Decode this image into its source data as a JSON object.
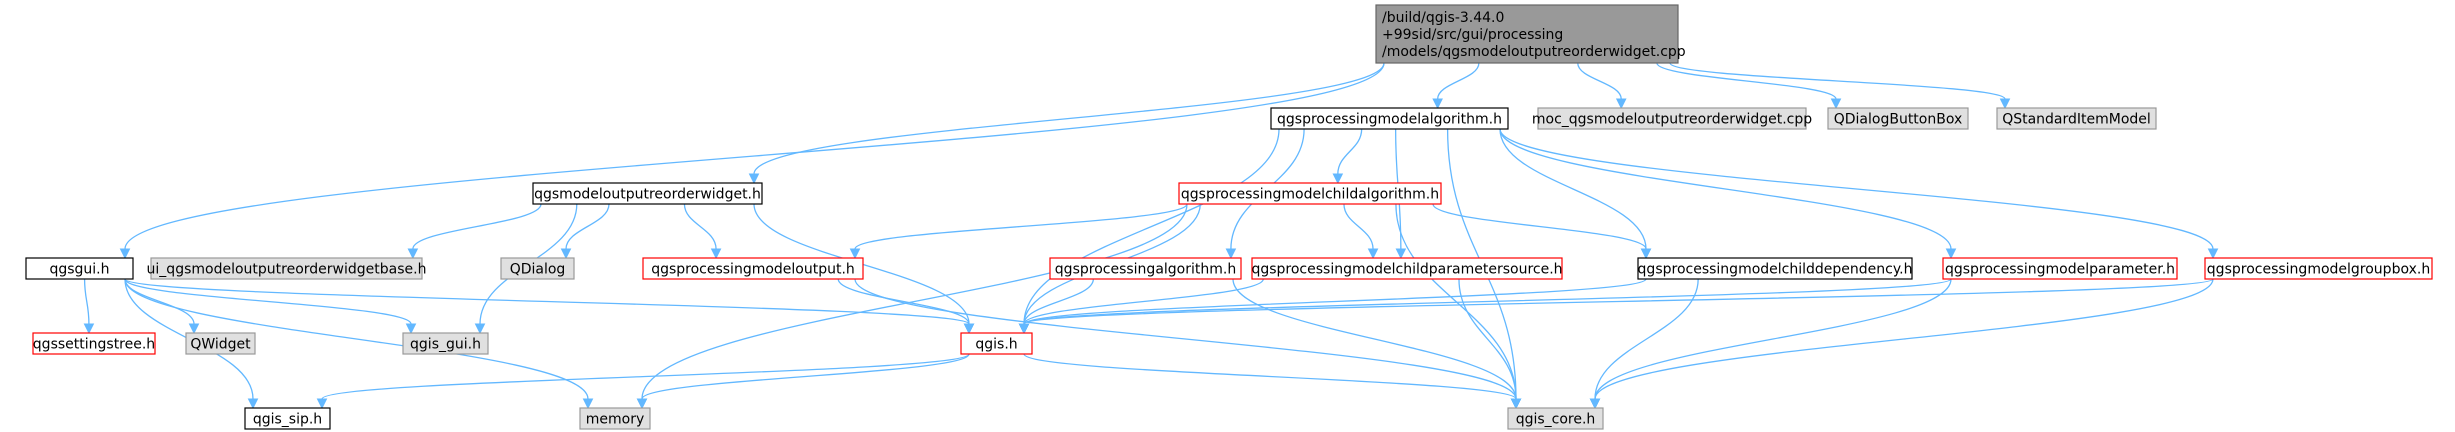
{
  "colors": {
    "edge": "#63b8ff",
    "root_fill": "#999999",
    "root_border": "#666666",
    "normal_fill": "#ffffff",
    "normal_border": "#000000",
    "red_border": "#ff0000",
    "gray_fill": "#e0e0e0",
    "gray_border": "#999999"
  },
  "nodes": [
    {
      "id": "root",
      "style": "root",
      "lines": [
        "/build/qgis-3.44.0",
        "+99sid/src/gui/processing",
        "/models/qgsmodeloutputreorderwidget.cpp"
      ]
    },
    {
      "id": "qgsgui_h",
      "style": "normal",
      "lines": [
        "qgsgui.h"
      ]
    },
    {
      "id": "reorderwidget_h",
      "style": "normal",
      "lines": [
        "qgsmodeloutputreorderwidget.h"
      ]
    },
    {
      "id": "modelalgorithm_h",
      "style": "normal",
      "lines": [
        "qgsprocessingmodelalgorithm.h"
      ]
    },
    {
      "id": "moc_cpp",
      "style": "gray",
      "lines": [
        "moc_qgsmodeloutputreorderwidget.cpp"
      ]
    },
    {
      "id": "qdialogbuttonbox",
      "style": "gray",
      "lines": [
        "QDialogButtonBox"
      ]
    },
    {
      "id": "qstandarditemmodel",
      "style": "gray",
      "lines": [
        "QStandardItemModel"
      ]
    },
    {
      "id": "childalgorithm_h",
      "style": "red",
      "lines": [
        "qgsprocessingmodelchildalgorithm.h"
      ]
    },
    {
      "id": "ui_base_h",
      "style": "gray",
      "lines": [
        "ui_qgsmodeloutputreorderwidgetbase.h"
      ]
    },
    {
      "id": "qdialog",
      "style": "gray",
      "lines": [
        "QDialog"
      ]
    },
    {
      "id": "modeloutput_h",
      "style": "red",
      "lines": [
        "qgsprocessingmodeloutput.h"
      ]
    },
    {
      "id": "processingalgorithm_h",
      "style": "red",
      "lines": [
        "qgsprocessingalgorithm.h"
      ]
    },
    {
      "id": "childparamsource_h",
      "style": "red",
      "lines": [
        "qgsprocessingmodelchildparametersource.h"
      ]
    },
    {
      "id": "childdependency_h",
      "style": "normal",
      "lines": [
        "qgsprocessingmodelchilddependency.h"
      ]
    },
    {
      "id": "modelparameter_h",
      "style": "red",
      "lines": [
        "qgsprocessingmodelparameter.h"
      ]
    },
    {
      "id": "groupbox_h",
      "style": "red",
      "lines": [
        "qgsprocessingmodelgroupbox.h"
      ]
    },
    {
      "id": "settingstree_h",
      "style": "red",
      "lines": [
        "qgssettingstree.h"
      ]
    },
    {
      "id": "qwidget",
      "style": "gray",
      "lines": [
        "QWidget"
      ]
    },
    {
      "id": "qgis_gui_h",
      "style": "gray",
      "lines": [
        "qgis_gui.h"
      ]
    },
    {
      "id": "qgis_h",
      "style": "red",
      "lines": [
        "qgis.h"
      ]
    },
    {
      "id": "qgis_sip_h",
      "style": "normal",
      "lines": [
        "qgis_sip.h"
      ]
    },
    {
      "id": "memory",
      "style": "gray",
      "lines": [
        "memory"
      ]
    },
    {
      "id": "qgis_core_h",
      "style": "gray",
      "lines": [
        "qgis_core.h"
      ]
    }
  ],
  "edges": [
    [
      "root",
      "qgsgui_h"
    ],
    [
      "root",
      "reorderwidget_h"
    ],
    [
      "root",
      "modelalgorithm_h"
    ],
    [
      "root",
      "moc_cpp"
    ],
    [
      "root",
      "qdialogbuttonbox"
    ],
    [
      "root",
      "qstandarditemmodel"
    ],
    [
      "qgsgui_h",
      "settingstree_h"
    ],
    [
      "qgsgui_h",
      "qwidget"
    ],
    [
      "qgsgui_h",
      "qgis_gui_h"
    ],
    [
      "qgsgui_h",
      "qgis_sip_h"
    ],
    [
      "qgsgui_h",
      "memory"
    ],
    [
      "qgsgui_h",
      "qgis_h"
    ],
    [
      "reorderwidget_h",
      "ui_base_h"
    ],
    [
      "reorderwidget_h",
      "qdialog"
    ],
    [
      "reorderwidget_h",
      "qgis_gui_h"
    ],
    [
      "reorderwidget_h",
      "modeloutput_h"
    ],
    [
      "reorderwidget_h",
      "qgis_h"
    ],
    [
      "modelalgorithm_h",
      "childalgorithm_h"
    ],
    [
      "modelalgorithm_h",
      "processingalgorithm_h"
    ],
    [
      "modelalgorithm_h",
      "childparamsource_h"
    ],
    [
      "modelalgorithm_h",
      "childdependency_h"
    ],
    [
      "modelalgorithm_h",
      "modelparameter_h"
    ],
    [
      "modelalgorithm_h",
      "groupbox_h"
    ],
    [
      "modelalgorithm_h",
      "qgis_h"
    ],
    [
      "modelalgorithm_h",
      "qgis_core_h"
    ],
    [
      "childalgorithm_h",
      "modeloutput_h"
    ],
    [
      "childalgorithm_h",
      "childparamsource_h"
    ],
    [
      "childalgorithm_h",
      "childdependency_h"
    ],
    [
      "childalgorithm_h",
      "qgis_h"
    ],
    [
      "childalgorithm_h",
      "memory"
    ],
    [
      "childalgorithm_h",
      "qgis_core_h"
    ],
    [
      "modeloutput_h",
      "qgis_h"
    ],
    [
      "modeloutput_h",
      "qgis_core_h"
    ],
    [
      "processingalgorithm_h",
      "qgis_h"
    ],
    [
      "processingalgorithm_h",
      "qgis_core_h"
    ],
    [
      "childparamsource_h",
      "qgis_h"
    ],
    [
      "childparamsource_h",
      "qgis_core_h"
    ],
    [
      "childdependency_h",
      "qgis_h"
    ],
    [
      "childdependency_h",
      "qgis_core_h"
    ],
    [
      "modelparameter_h",
      "qgis_h"
    ],
    [
      "modelparameter_h",
      "qgis_core_h"
    ],
    [
      "groupbox_h",
      "qgis_h"
    ],
    [
      "groupbox_h",
      "qgis_core_h"
    ],
    [
      "qgis_h",
      "qgis_sip_h"
    ],
    [
      "qgis_h",
      "memory"
    ],
    [
      "qgis_h",
      "qgis_core_h"
    ]
  ]
}
